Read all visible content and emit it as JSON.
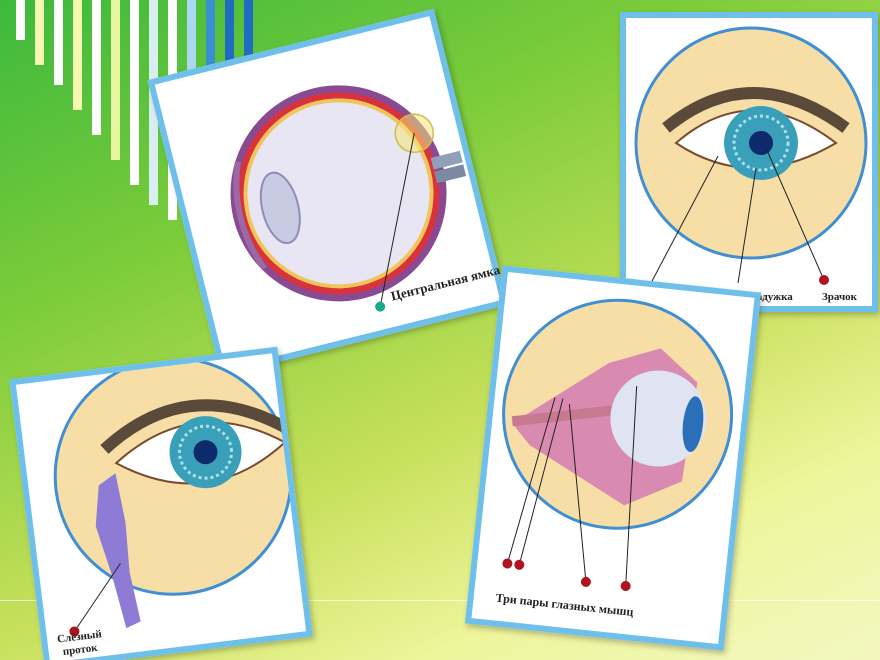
{
  "slide": {
    "colors": {
      "frame": "#6ec0ea",
      "bg_top": "#3cb93c",
      "bg_bottom": "#f3f7c0",
      "iris": "#3a9fb8",
      "pupil": "#0d2a6b",
      "marker": "#b0121e"
    }
  },
  "cards": {
    "retina": {
      "label": "Центральная ямка"
    },
    "iris_view": {
      "label_iris": "Радужка",
      "label_pupil": "Зрачок"
    },
    "muscles": {
      "label": "Три пары глазных мышц"
    },
    "tear": {
      "label_line1": "Слёзный",
      "label_line2": "проток"
    }
  }
}
